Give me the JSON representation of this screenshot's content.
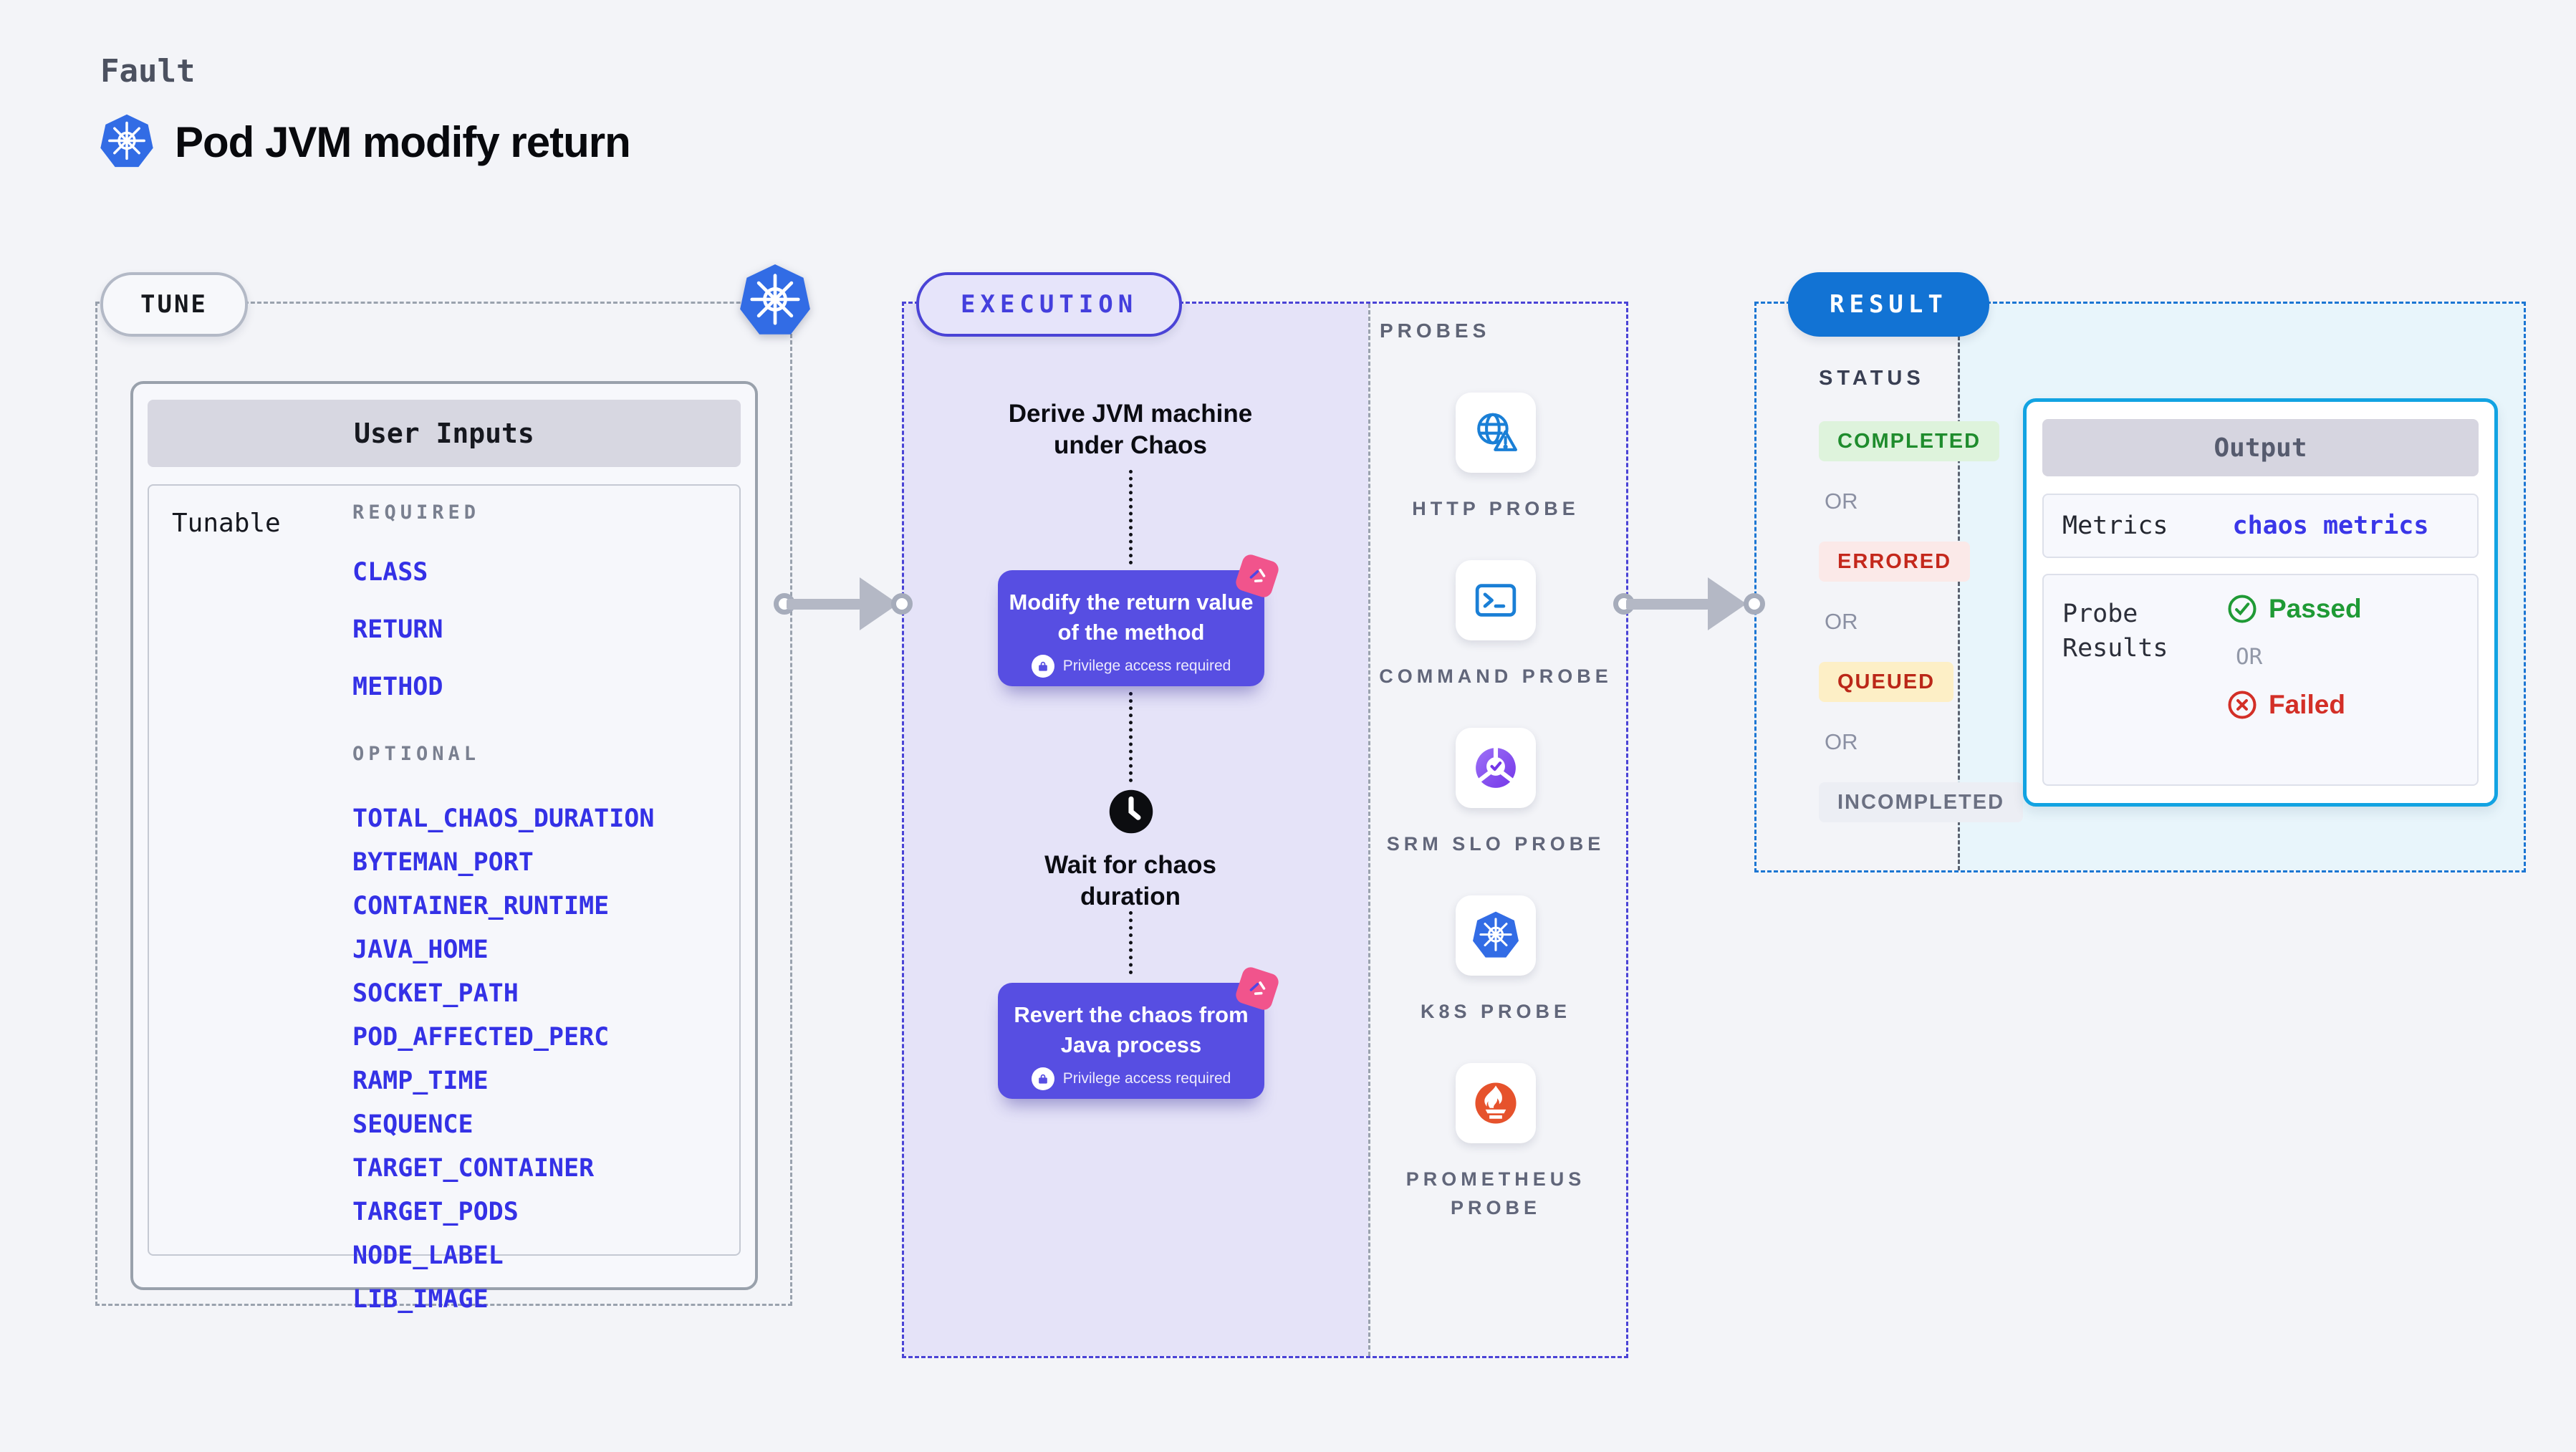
{
  "header": {
    "eyebrow": "Fault",
    "title": "Pod JVM modify return"
  },
  "tune": {
    "label": "TUNE",
    "panel_title": "User Inputs",
    "row_label": "Tunable",
    "required_heading": "REQUIRED",
    "required_items": [
      "CLASS",
      "RETURN",
      "METHOD"
    ],
    "optional_heading": "OPTIONAL",
    "optional_items": [
      "TOTAL_CHAOS_DURATION",
      "BYTEMAN_PORT",
      "CONTAINER_RUNTIME",
      "JAVA_HOME",
      "SOCKET_PATH",
      "POD_AFFECTED_PERC",
      "RAMP_TIME",
      "SEQUENCE",
      "TARGET_CONTAINER",
      "TARGET_PODS",
      "NODE_LABEL",
      "LIB_IMAGE"
    ]
  },
  "execution": {
    "label": "EXECUTION",
    "derive_step": "Derive JVM machine under Chaos",
    "modify_step": {
      "text": "Modify the return value of the method",
      "note": "Privilege access required"
    },
    "wait_step": "Wait for chaos duration",
    "revert_step": {
      "text": "Revert the chaos from Java process",
      "note": "Privilege access required"
    }
  },
  "probes": {
    "heading": "PROBES",
    "items": [
      {
        "name": "HTTP PROBE",
        "icon": "globe-warning"
      },
      {
        "name": "COMMAND PROBE",
        "icon": "terminal"
      },
      {
        "name": "SRM SLO PROBE",
        "icon": "slo-check"
      },
      {
        "name": "K8S PROBE",
        "icon": "kubernetes"
      },
      {
        "name": "PROMETHEUS PROBE",
        "icon": "prometheus"
      }
    ]
  },
  "result": {
    "label": "RESULT",
    "status_heading": "STATUS",
    "statuses": [
      {
        "text": "COMPLETED",
        "bg": "#def3dc",
        "color": "#1f8c2d",
        "or_after": "OR"
      },
      {
        "text": "ERRORED",
        "bg": "#fbe9e8",
        "color": "#c4281c",
        "or_after": "OR"
      },
      {
        "text": "QUEUED",
        "bg": "#fdefc6",
        "color": "#bb2718",
        "or_after": "OR"
      },
      {
        "text": "INCOMPLETED",
        "bg": "#eceef4",
        "color": "#6b7082"
      }
    ],
    "output": {
      "title": "Output",
      "metrics_label": "Metrics",
      "metrics_value": "chaos metrics",
      "probe_results_label": "Probe Results",
      "passed_label": "Passed",
      "or_label": "OR",
      "failed_label": "Failed"
    }
  },
  "colors": {
    "accent_indigo": "#574ee2",
    "accent_blue": "#1273d4",
    "accent_cyan": "#12a3e2",
    "param_blue": "#3431e6",
    "k8s_blue": "#326ce5",
    "probe_icon_blue": "#1a7fd6",
    "prometheus_orange": "#e6522c",
    "badge_pink": "#f1548c",
    "passed_green": "#1f9a35",
    "failed_red": "#d32f27"
  }
}
